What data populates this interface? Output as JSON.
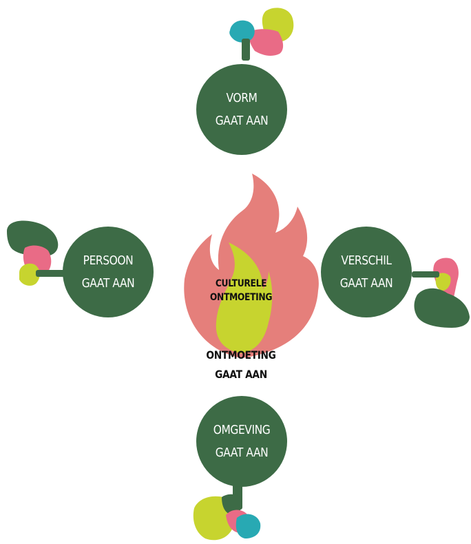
{
  "colors": {
    "node_green": "#3d6b46",
    "flame_pink": "#e57f7b",
    "flame_lime": "#c7d42f",
    "figure_teal": "#28a9b3",
    "figure_pink": "#e96b86",
    "text_white": "#ffffff",
    "text_dark": "#111111"
  },
  "center": {
    "flame_label": [
      "CULTURELE",
      "ONTMOETING"
    ],
    "caption": [
      "ONTMOETING",
      "GAAT AAN"
    ]
  },
  "nodes": {
    "top": [
      "VORM",
      "GAAT AAN"
    ],
    "left": [
      "PERSOON",
      "GAAT AAN"
    ],
    "right": [
      "VERSCHIL",
      "GAAT AAN"
    ],
    "bottom": [
      "OMGEVING",
      "GAAT AAN"
    ]
  },
  "icons": {
    "flame": "flame-icon",
    "figures": "person-drinking-icon"
  }
}
